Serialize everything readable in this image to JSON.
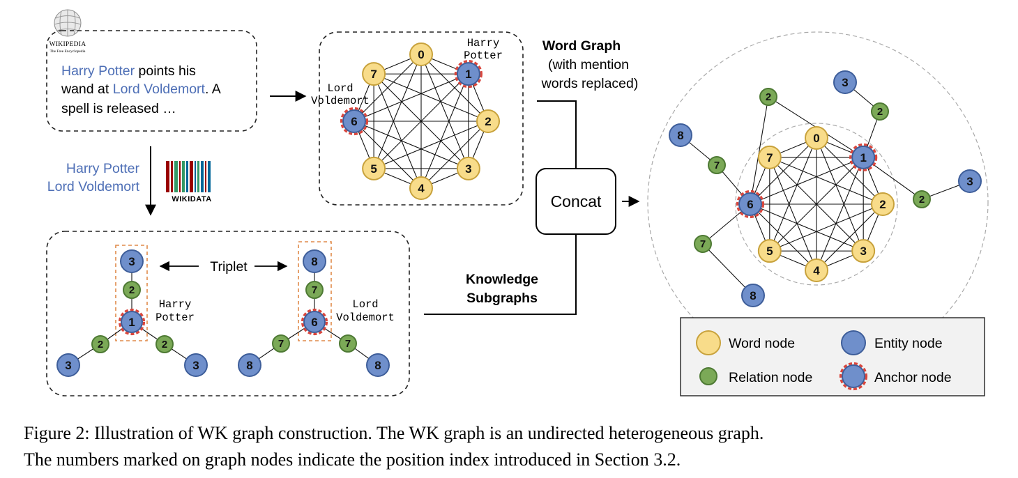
{
  "source": {
    "logo_name": "WIKIPEDIA",
    "logo_tagline": "The Free Encyclopedia",
    "text_parts": [
      {
        "text": "Harry Potter",
        "entity": true
      },
      {
        "text": " points his",
        "entity": false
      },
      {
        "text": "wand at ",
        "entity": false
      },
      {
        "text": "Lord Voldemort",
        "entity": true
      },
      {
        "text": ". A",
        "entity": false
      },
      {
        "text": "spell is released …",
        "entity": false
      }
    ]
  },
  "entities": {
    "line1": "Harry Potter",
    "line2": "Lord Voldemort",
    "kb_logo": "WIKIDATA"
  },
  "word_graph": {
    "label_title": "Word Graph",
    "label_line2": "(with mention",
    "label_line3": "words replaced)",
    "nodes": [
      {
        "id": "0",
        "kind": "word"
      },
      {
        "id": "1",
        "kind": "anchor"
      },
      {
        "id": "2",
        "kind": "word"
      },
      {
        "id": "3",
        "kind": "word"
      },
      {
        "id": "4",
        "kind": "word"
      },
      {
        "id": "5",
        "kind": "word"
      },
      {
        "id": "6",
        "kind": "anchor"
      },
      {
        "id": "7",
        "kind": "word"
      }
    ],
    "annot_harry_1": "Harry",
    "annot_harry_2": "Potter",
    "annot_lord_1": "Lord",
    "annot_lord_2": "Voldemort"
  },
  "knowledge": {
    "label_line1": "Knowledge",
    "label_line2": "Subgraphs",
    "triplet_label": "Triplet",
    "harry_1": "Harry",
    "harry_2": "Potter",
    "lord_1": "Lord",
    "lord_2": "Voldemort",
    "sub1": {
      "anchor": "1",
      "relation": "2",
      "entity": "3"
    },
    "sub2": {
      "anchor": "6",
      "relation": "7",
      "entity": "8"
    }
  },
  "concat_label": "Concat",
  "wk_graph": {
    "inner_nodes": [
      "0",
      "1",
      "2",
      "3",
      "4",
      "5",
      "6",
      "7"
    ],
    "outer_relations": [
      "2",
      "2",
      "2",
      "7",
      "7"
    ],
    "outer_entities": [
      "3",
      "3",
      "8",
      "8"
    ]
  },
  "legend": {
    "word": "Word node",
    "entity": "Entity node",
    "relation": "Relation node",
    "anchor": "Anchor node"
  },
  "colors": {
    "word_fill": "#F8DC8A",
    "word_stroke": "#C8A23C",
    "entity_fill": "#6F8FCB",
    "entity_stroke": "#3E5E9A",
    "relation_fill": "#7BA957",
    "relation_stroke": "#4E7A34",
    "anchor_ring": "#D9463C",
    "entity_text": "#4E6FB6",
    "subgraph_box": "#E08A4A"
  },
  "caption": {
    "line1": "Figure 2: Illustration of WK graph construction. The WK graph is an undirected heterogeneous graph.",
    "line2": "The numbers marked on graph nodes indicate the position index introduced in Section 3.2."
  }
}
